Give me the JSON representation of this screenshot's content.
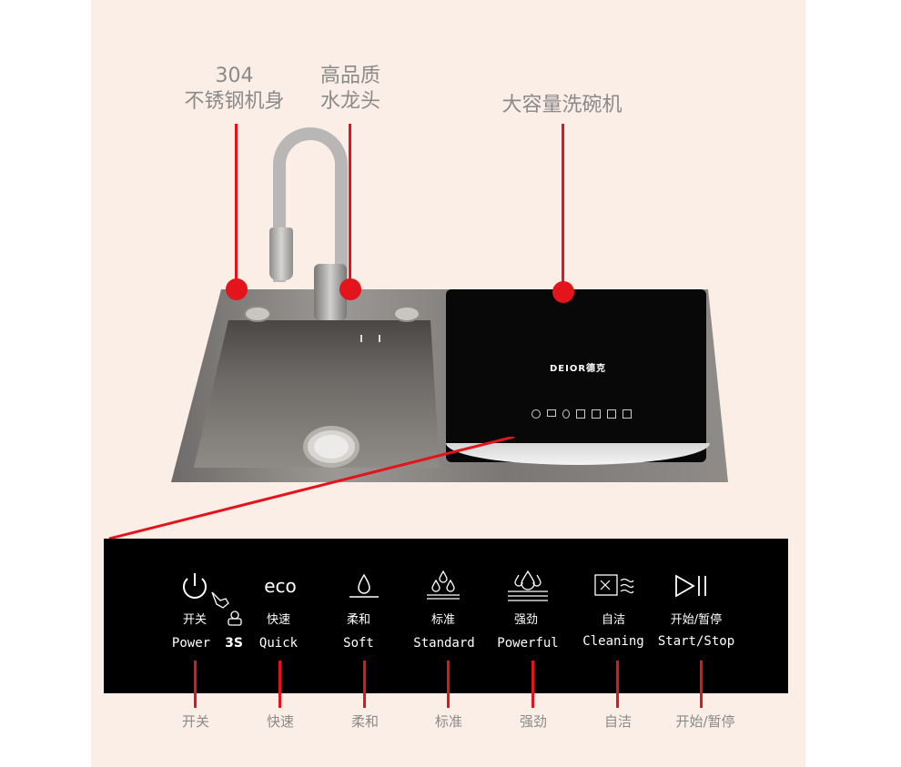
{
  "callouts": {
    "body_line1": "304",
    "body_line2": "不锈钢机身",
    "faucet_line1": "高品质",
    "faucet_line2": "水龙头",
    "dishwasher": "大容量洗碗机"
  },
  "dishwasher": {
    "brand": "DEIOR德克"
  },
  "control_panel": {
    "buttons": [
      {
        "icon": "power-icon",
        "cn": "开关",
        "en": "Power"
      },
      {
        "icon": "eco-icon",
        "glyph": "eco",
        "cn": "快速",
        "en": "Quick"
      },
      {
        "icon": "water-drop-icon",
        "cn": "柔和",
        "en": "Soft"
      },
      {
        "icon": "triple-drop-icon",
        "cn": "标准",
        "en": "Standard"
      },
      {
        "icon": "strong-wash-icon",
        "cn": "强劲",
        "en": "Powerful"
      },
      {
        "icon": "self-clean-icon",
        "cn": "自洁",
        "en": "Cleaning"
      },
      {
        "icon": "play-pause-icon",
        "cn": "开始/暂停",
        "en": "Start/Stop"
      }
    ],
    "hold_label": "3S"
  },
  "bottom_labels": [
    "开关",
    "快速",
    "柔和",
    "标准",
    "强劲",
    "自洁",
    "开始/暂停"
  ],
  "colors": {
    "accent": "#e3141b",
    "panel_bg": "#fbeee6",
    "label_gray": "#8a8a8a"
  }
}
